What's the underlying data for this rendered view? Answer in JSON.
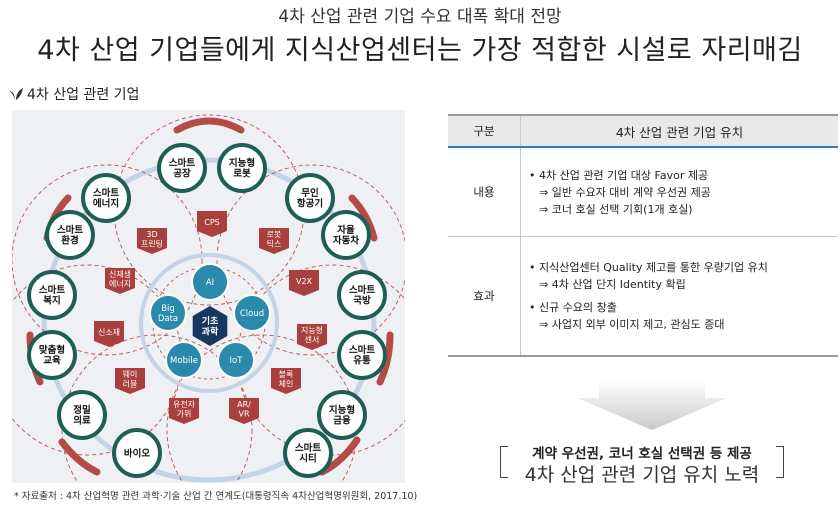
{
  "header": {
    "subtitle": "4차 산업 관련 기업 수요 대폭 확대 전망",
    "title": "4차 산업 기업들에게 지식산업센터는 가장 적합한 시설로 자리매김"
  },
  "section": {
    "label": "4차 산업 관련 기업"
  },
  "diagram": {
    "center": "기초\n과학",
    "core_tech": [
      "AI",
      "Cloud",
      "IoT",
      "Mobile",
      "Big\nData"
    ],
    "outer_nodes": [
      "스마트\n공장",
      "지능형\n로봇",
      "무인\n항공기",
      "자율\n자동차",
      "스마트\n국방",
      "스마트\n유통",
      "지능형\n금융",
      "스마트\n시티",
      "바이오",
      "정밀\n의료",
      "맞춤형\n교육",
      "스마트\n복지",
      "스마트\n환경",
      "스마트\n에너지"
    ],
    "tech_tags": [
      "CPS",
      "로봇\n틱스",
      "V2X",
      "지능형\n센서",
      "블록\n체인",
      "AR/\nVR",
      "유전자\n가위",
      "웨이\n러블",
      "신소재",
      "신재생\n에너지",
      "3D\n프린팅"
    ],
    "colors": {
      "node_ring": "#1d5f52",
      "tag": "#a9403d",
      "core": "#2a8aab",
      "center": "#17375e",
      "arc": "#b34b47"
    }
  },
  "source": "* 자료출처 : 4차 산업혁명 관련 과학·기술 산업 간 연계도(대통령직속 4차산업혁명위원회, 2017.10)",
  "table": {
    "headers": [
      "구분",
      "4차 산업 관련 기업 유치"
    ],
    "rows": [
      {
        "label": "내용",
        "lines": [
          "• 4차 산업 관련 기업 대상 Favor 제공",
          "⇒ 일반 수요자 대비 계약 우선권 제공",
          "⇒ 코너 호실 선택 기회(1개 호실)"
        ]
      },
      {
        "label": "효과",
        "lines": [
          "• 지식산업센터 Quality 제고를 통한  우량기업 유치",
          "⇒ 4차 산업 단지 Identity 확립",
          "• 신규 수요의 창출",
          "⇒ 사업지 외부 이미지 제고, 관심도 증대"
        ]
      }
    ]
  },
  "conclusion": {
    "line1": "계약 우선권, 코너 호실 선택권  등 제공",
    "line2": "4차 산업 관련 기업 유치 노력"
  }
}
